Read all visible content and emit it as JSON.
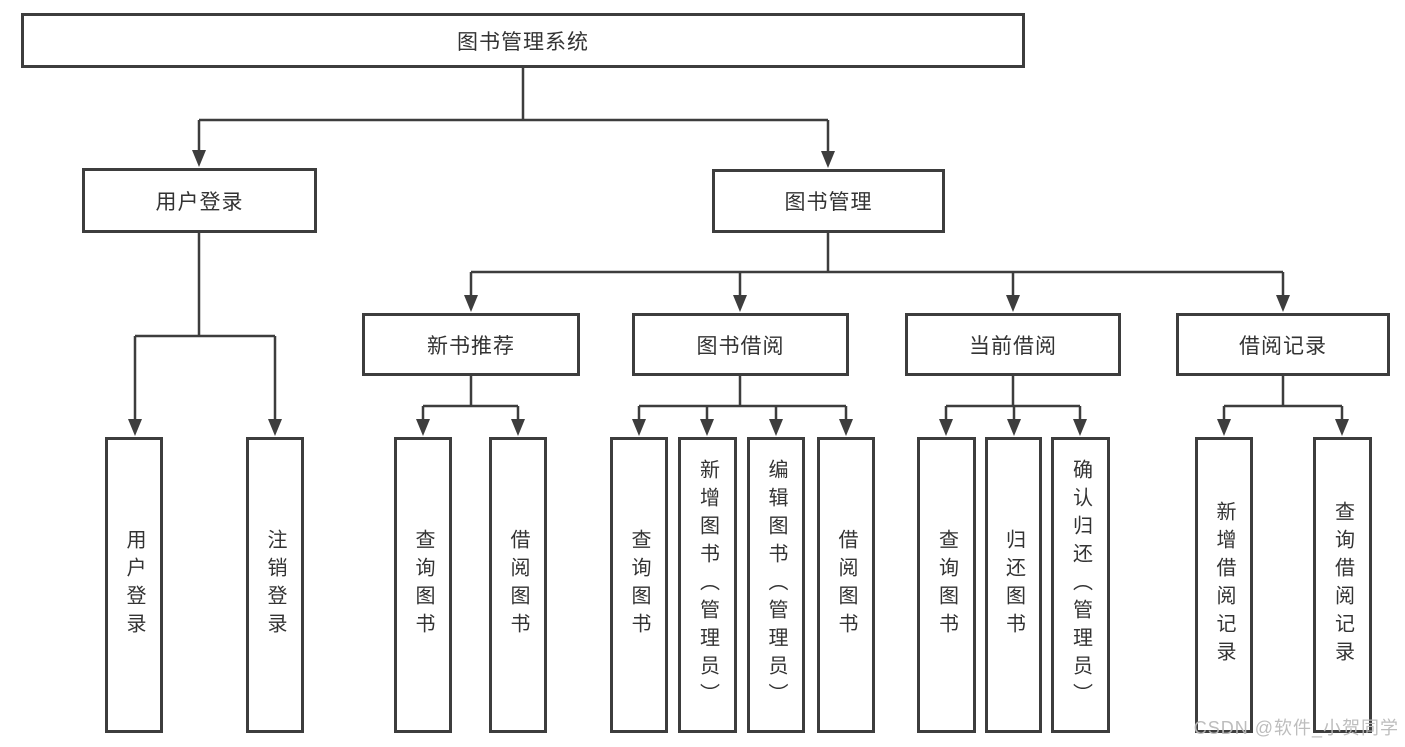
{
  "diagram": {
    "root": "图书管理系统",
    "level2": [
      "用户登录",
      "图书管理"
    ],
    "level3": [
      "新书推荐",
      "图书借阅",
      "当前借阅",
      "借阅记录"
    ],
    "level4": [
      "用户登录",
      "注销登录",
      "查询图书",
      "借阅图书",
      "查询图书",
      "新增图书（管理员）",
      "编辑图书（管理员）",
      "借阅图书",
      "查询图书",
      "归还图书",
      "确认归还（管理员）",
      "新增借阅记录",
      "查询借阅记录"
    ]
  },
  "watermark": "CSDN @软件_小贺同学",
  "colors": {
    "line": "#3d3d3d",
    "box_border": "#3d3d3d",
    "text": "#333333",
    "watermark": "#b9b9b9",
    "background": "#ffffff"
  }
}
